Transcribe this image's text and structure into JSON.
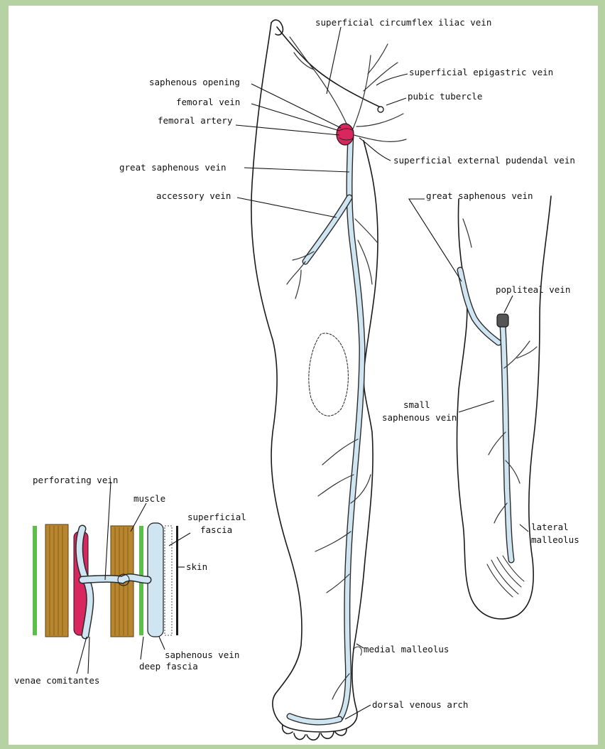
{
  "labels": {
    "superficial_circumflex_iliac_vein": "superficial circumflex iliac vein",
    "superficial_epigastric_vein": "superficial epigastric vein",
    "saphenous_opening": "saphenous opening",
    "femoral_vein": "femoral vein",
    "pubic_tubercle": "pubic tubercle",
    "femoral_artery": "femoral artery",
    "superficial_external_pudendal_vein": "superficial external pudendal vein",
    "great_saphenous_vein_main": "great saphenous vein",
    "accessory_vein": "accessory vein",
    "great_saphenous_vein_posterior": "great saphenous vein",
    "popliteal_vein": "popliteal vein",
    "small_saphenous_vein_line1": "small",
    "small_saphenous_vein_line2": "saphenous vein",
    "perforating_vein": "perforating vein",
    "muscle": "muscle",
    "superficial_fascia_line1": "superficial",
    "superficial_fascia_line2": "fascia",
    "skin": "skin",
    "lateral_malleolus_line1": "lateral",
    "lateral_malleolus_line2": "malleolus",
    "saphenous_vein": "saphenous vein",
    "medial_malleolus": "medial malleolus",
    "deep_fascia": "deep fascia",
    "venae_comitantes": "venae comitantes",
    "dorsal_venous_arch": "dorsal venous arch"
  },
  "colors": {
    "background": "#b7d2a2",
    "sheet": "#ffffff",
    "vein_fill": "#cfe6f2",
    "artery": "#d9265f",
    "muscle": "#b8862e",
    "fascia": "#5cbf4a",
    "outline": "#1a1a1a"
  }
}
